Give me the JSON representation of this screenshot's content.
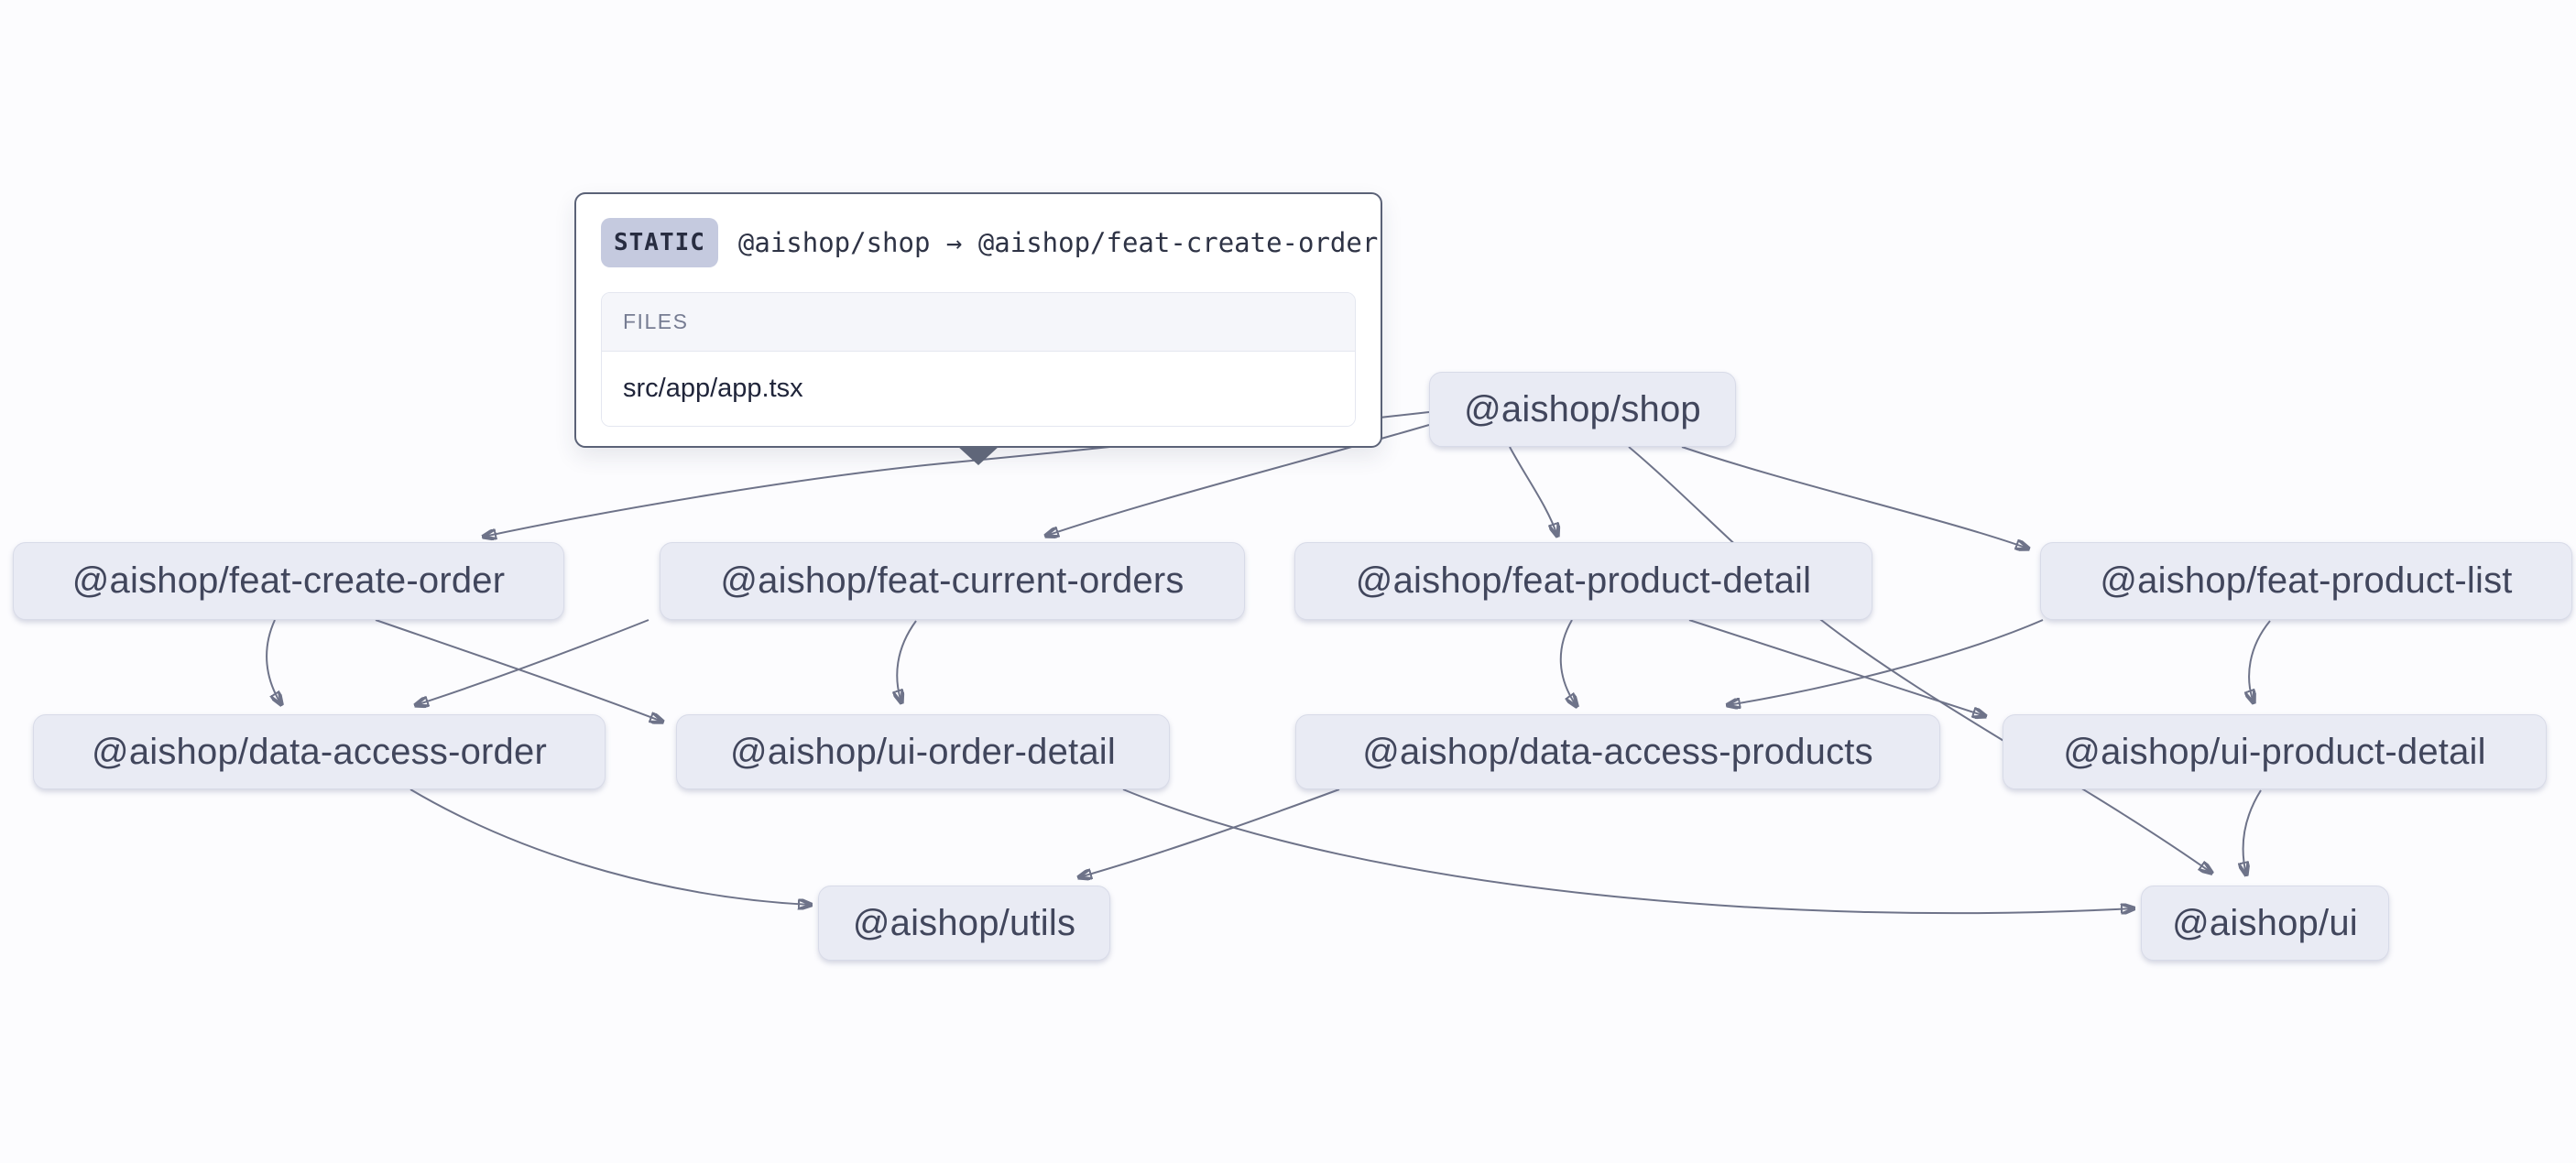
{
  "graph": {
    "nodes": [
      {
        "id": "shop",
        "label": "@aishop/shop"
      },
      {
        "id": "feat-create-order",
        "label": "@aishop/feat-create-order"
      },
      {
        "id": "feat-current-orders",
        "label": "@aishop/feat-current-orders"
      },
      {
        "id": "feat-product-detail",
        "label": "@aishop/feat-product-detail"
      },
      {
        "id": "feat-product-list",
        "label": "@aishop/feat-product-list"
      },
      {
        "id": "data-access-order",
        "label": "@aishop/data-access-order"
      },
      {
        "id": "ui-order-detail",
        "label": "@aishop/ui-order-detail"
      },
      {
        "id": "data-access-products",
        "label": "@aishop/data-access-products"
      },
      {
        "id": "ui-product-detail",
        "label": "@aishop/ui-product-detail"
      },
      {
        "id": "utils",
        "label": "@aishop/utils"
      },
      {
        "id": "ui",
        "label": "@aishop/ui"
      }
    ],
    "edges": [
      {
        "from": "shop",
        "to": "feat-create-order",
        "type": "static",
        "hovered": true
      },
      {
        "from": "shop",
        "to": "feat-current-orders",
        "type": "static"
      },
      {
        "from": "shop",
        "to": "feat-product-detail",
        "type": "static"
      },
      {
        "from": "shop",
        "to": "feat-product-list",
        "type": "static"
      },
      {
        "from": "shop",
        "to": "ui",
        "type": "static"
      },
      {
        "from": "feat-create-order",
        "to": "data-access-order",
        "type": "static"
      },
      {
        "from": "feat-create-order",
        "to": "ui-order-detail",
        "type": "static"
      },
      {
        "from": "feat-current-orders",
        "to": "data-access-order",
        "type": "static"
      },
      {
        "from": "feat-current-orders",
        "to": "ui-order-detail",
        "type": "static"
      },
      {
        "from": "feat-product-detail",
        "to": "data-access-products",
        "type": "static"
      },
      {
        "from": "feat-product-detail",
        "to": "ui-product-detail",
        "type": "static"
      },
      {
        "from": "feat-product-list",
        "to": "data-access-products",
        "type": "static"
      },
      {
        "from": "feat-product-list",
        "to": "ui-product-detail",
        "type": "static"
      },
      {
        "from": "data-access-order",
        "to": "utils",
        "type": "static"
      },
      {
        "from": "data-access-products",
        "to": "utils",
        "type": "static"
      },
      {
        "from": "ui-order-detail",
        "to": "ui",
        "type": "static"
      },
      {
        "from": "ui-product-detail",
        "to": "ui",
        "type": "static"
      }
    ]
  },
  "tooltip": {
    "type_label": "STATIC",
    "edge_label": "@aishop/shop → @aishop/feat-create-order",
    "files_header": "FILES",
    "files": [
      "src/app/app.tsx"
    ]
  },
  "colors": {
    "background": "#fcfcfe",
    "node_fill": "#e9ebf4",
    "node_border": "#d8dbe8",
    "node_text": "#41465c",
    "edge_stroke": "#6e7389",
    "tooltip_border": "#5b6277",
    "badge_fill": "#c5cadf"
  }
}
